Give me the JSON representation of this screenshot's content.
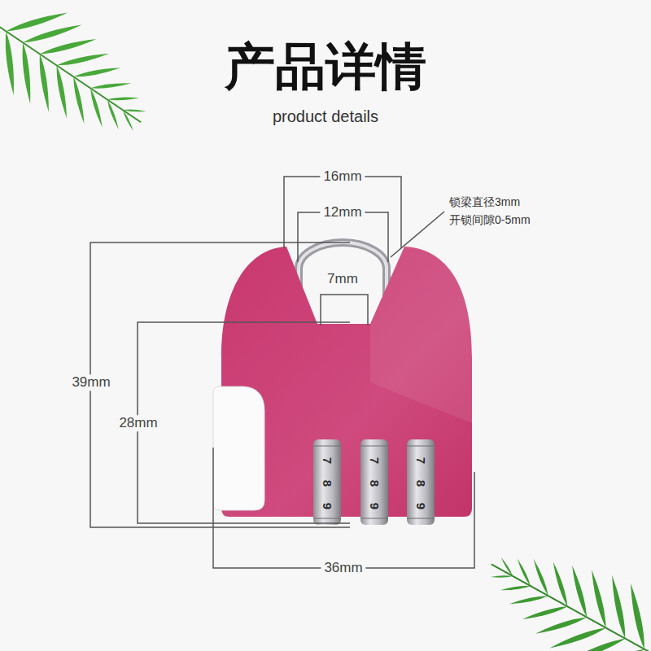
{
  "diagram": {
    "title": "产品详情",
    "labels": [
      "product details",
      "16mm",
      "锁梁直径3mm",
      "开锁间隙0-5mm",
      "12mm",
      "7mm",
      "39mm",
      "28mm",
      "7",
      "8",
      "9",
      "7",
      "8",
      "9",
      "7",
      "8",
      "9",
      "36mm"
    ]
  }
}
